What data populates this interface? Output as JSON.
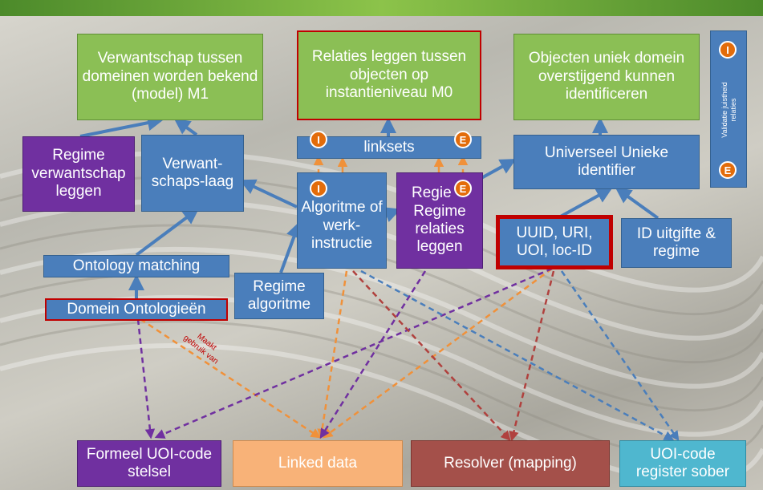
{
  "boxes": {
    "m1": "Verwantschap tussen domeinen worden bekend (model) M1",
    "m0": "Relaties leggen tussen objecten op instantieniveau M0",
    "objects": "Objecten uniek domein overstijgend kunnen identificeren",
    "regime_verwantschap": "Regime verwantschap leggen",
    "verwantschapslaag": "Verwant-schaps-laag",
    "linksets": "linksets",
    "universeel": "Universeel Unieke identifier",
    "algoritme": "Algoritme of werk-instructie",
    "regime_relaties_behind": "Regie",
    "regime_relaties": "Regime relaties leggen",
    "uuid": "UUID, URI, UOI, loc-ID",
    "id_uitgifte": "ID uitgifte & regime",
    "ontology_matching": "Ontology matching",
    "regime_algoritme": "Regime algoritme",
    "domein_ontologieen": "Domein Ontologieën",
    "formeel": "Formeel UOI-code stelsel",
    "linked_data": "Linked data",
    "resolver": "Resolver (mapping)",
    "uoi_register": "UOI-code register sober"
  },
  "badges": {
    "i": "I",
    "e": "E"
  },
  "side_panel": {
    "text_line1": "Validatie juistheid",
    "text_line2": "relaties"
  },
  "annotation": {
    "line1": "Maakt",
    "line2": "gebruik van"
  },
  "colors": {
    "green": "#8bbf55",
    "blue": "#4a7ebb",
    "purple": "#7030a0",
    "orange": "#f8b278",
    "maroon": "#a4504a",
    "cyan": "#4fb7cf",
    "red_border": "#c00000",
    "badge": "#e36c0a"
  }
}
